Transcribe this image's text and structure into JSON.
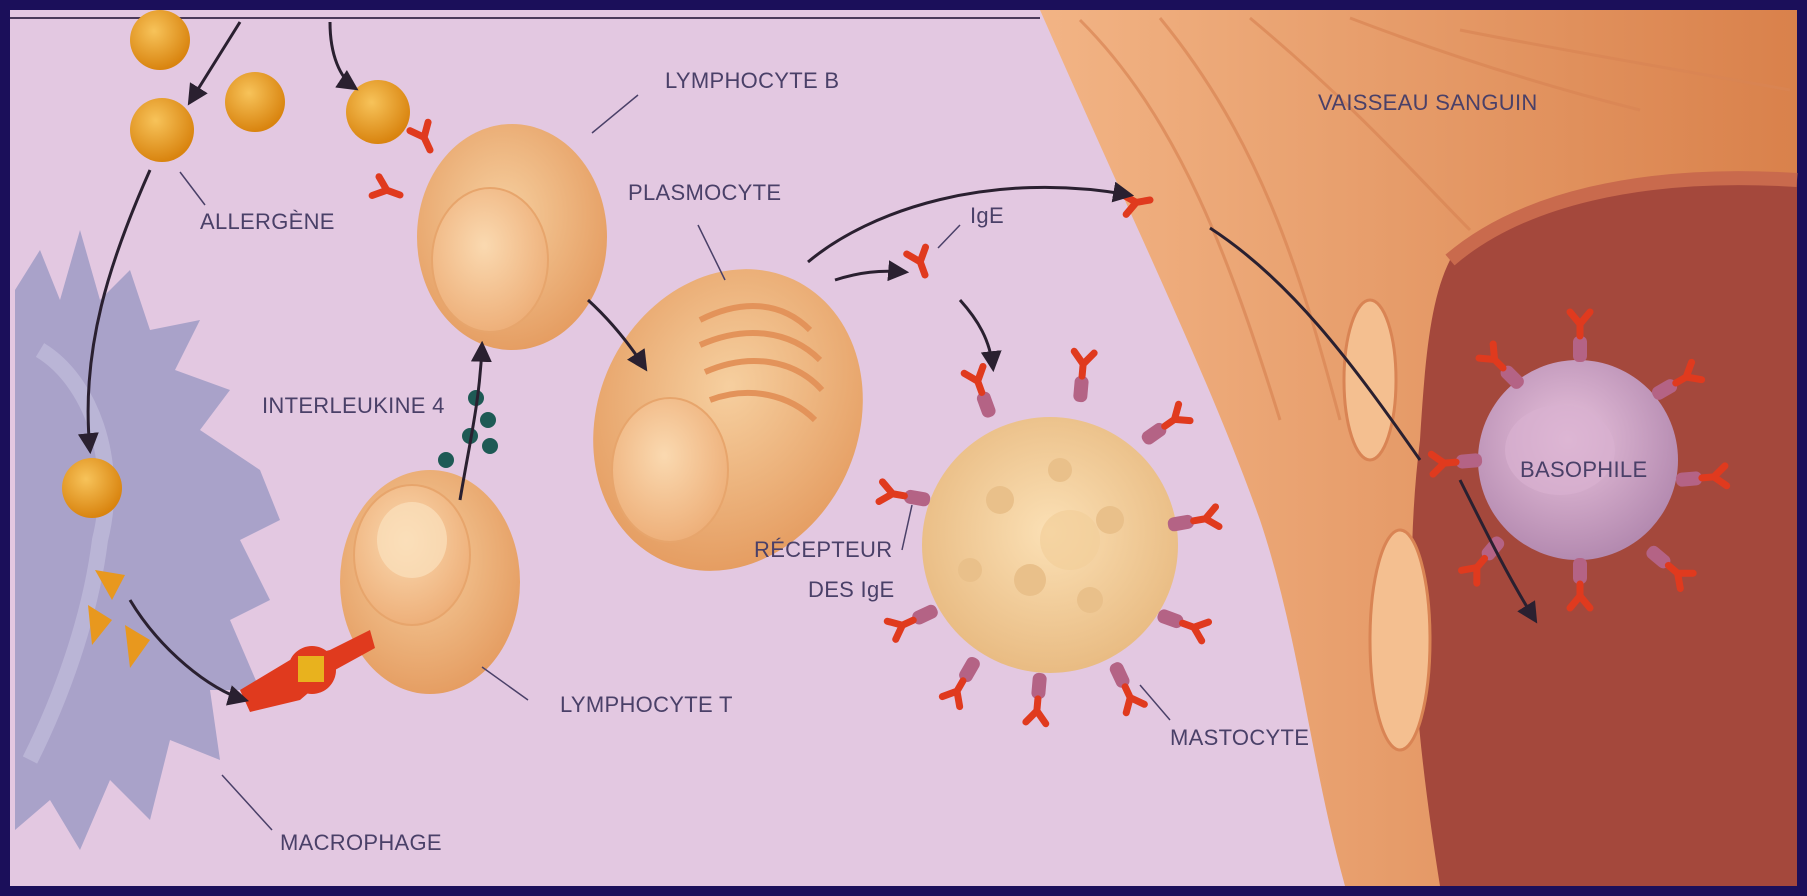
{
  "labels": {
    "lymphocyte_b": "LYMPHOCYTE B",
    "allergene": "ALLERGÈNE",
    "plasmocyte": "PLASMOCYTE",
    "ige": "IgE",
    "vaisseau_sanguin": "VAISSEAU SANGUIN",
    "interleukine": "INTERLEUKINE 4",
    "recepteur_line1": "RÉCEPTEUR",
    "recepteur_line2": "DES IgE",
    "basophile": "BASOPHILE",
    "lymphocyte_t": "LYMPHOCYTE T",
    "mastocyte": "MASTOCYTE",
    "macrophage": "MACROPHAGE"
  },
  "colors": {
    "frame": "#1b0f5a",
    "background": "#e3c8e1",
    "allergen": "#e8981e",
    "cell": "#f0b37e",
    "ige": "#e03a1e",
    "receptor": "#b46385",
    "macrophage": "#a9a2c9",
    "vessel": "#ec9c6a"
  }
}
